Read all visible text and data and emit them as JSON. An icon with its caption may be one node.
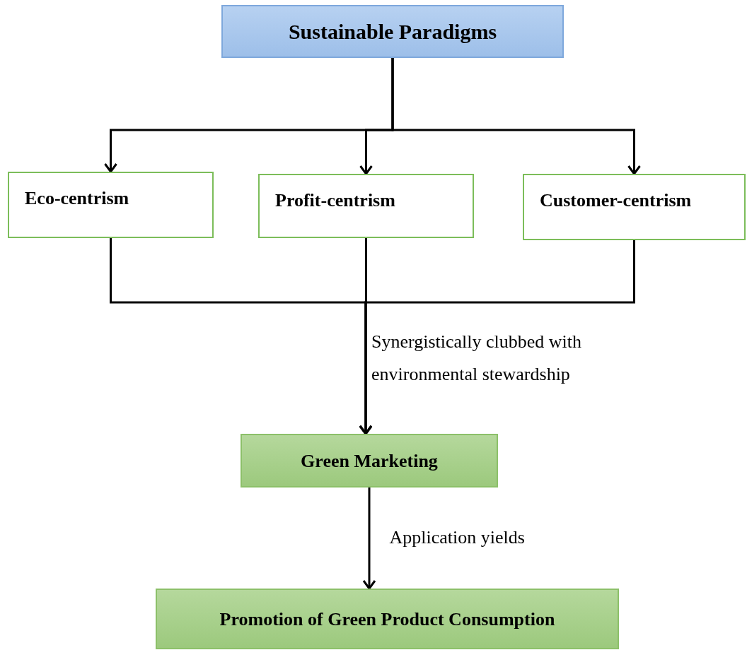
{
  "diagram": {
    "nodes": [
      {
        "text": [
          "Sustainable Paradigms"
        ]
      },
      {
        "text": [
          "Eco-centrism"
        ]
      },
      {
        "text": [
          "Profit-centrism"
        ]
      },
      {
        "text": [
          "Customer-centrism"
        ]
      },
      {
        "text": [
          "Green Marketing"
        ]
      },
      {
        "text": [
          "Promotion of Green Product Consumption"
        ]
      }
    ],
    "edges": [
      {
        "from": 0,
        "to": 1,
        "arrow": "to"
      },
      {
        "from": 0,
        "to": 2,
        "arrow": "to"
      },
      {
        "from": 0,
        "to": 3,
        "arrow": "to"
      },
      {
        "from": 1,
        "to": 4,
        "arrow": "to"
      },
      {
        "from": 2,
        "to": 4,
        "arrow": "to",
        "label": "Synergistically clubbed with environmental stewardship"
      },
      {
        "from": 3,
        "to": 4,
        "arrow": "to"
      },
      {
        "from": 4,
        "to": 5,
        "arrow": "to",
        "label": "Application yields"
      }
    ]
  }
}
